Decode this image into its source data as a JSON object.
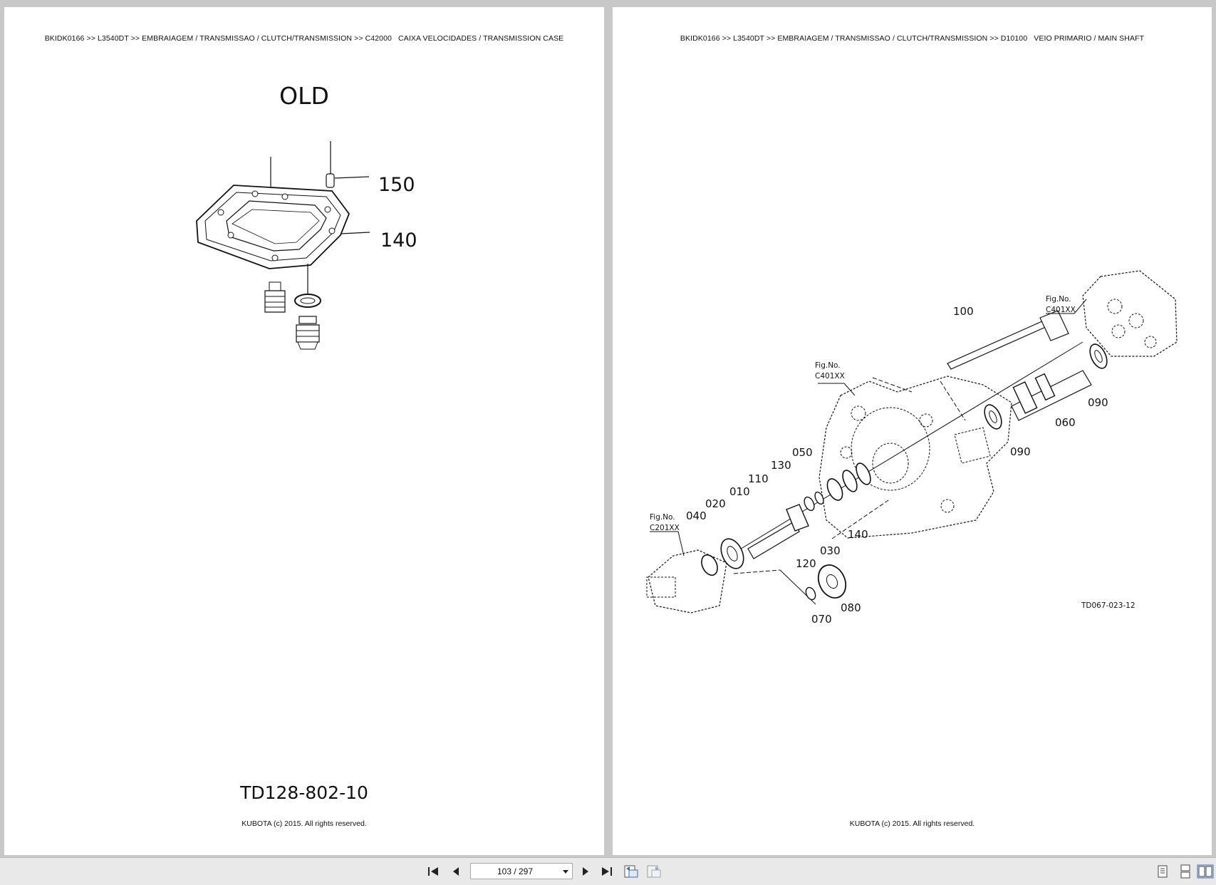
{
  "left_page": {
    "breadcrumb": "BKIDK0166 >> L3540DT >> EMBRAIAGEM / TRANSMISSAO / CLUTCH/TRANSMISSION >> C42000   CAIXA VELOCIDADES / TRANSMISSION CASE",
    "heading": "OLD",
    "callouts": [
      "150",
      "140"
    ],
    "drawing_code": "TD128-802-10",
    "copyright": "KUBOTA (c) 2015. All rights reserved."
  },
  "right_page": {
    "breadcrumb": "BKIDK0166 >> L3540DT >> EMBRAIAGEM / TRANSMISSAO / CLUTCH/TRANSMISSION >> D10100   VEIO PRIMARIO / MAIN SHAFT",
    "callouts": [
      "100",
      "090",
      "090",
      "060",
      "050",
      "130",
      "110",
      "010",
      "020",
      "040",
      "140",
      "030",
      "120",
      "080",
      "070"
    ],
    "fig_refs": [
      {
        "label": "Fig.No.",
        "code": "C401XX"
      },
      {
        "label": "Fig.No.",
        "code": "C401XX"
      },
      {
        "label": "Fig.No.",
        "code": "C201XX"
      }
    ],
    "drawing_code": "TD067-023-12",
    "copyright": "KUBOTA (c) 2015. All rights reserved."
  },
  "toolbar": {
    "page_indicator": "103 / 297",
    "icons": [
      "first-page-icon",
      "previous-page-icon",
      "next-page-icon",
      "last-page-icon",
      "previous-view-icon",
      "next-view-icon",
      "single-page-view-icon",
      "continuous-view-icon",
      "two-page-view-icon"
    ]
  }
}
